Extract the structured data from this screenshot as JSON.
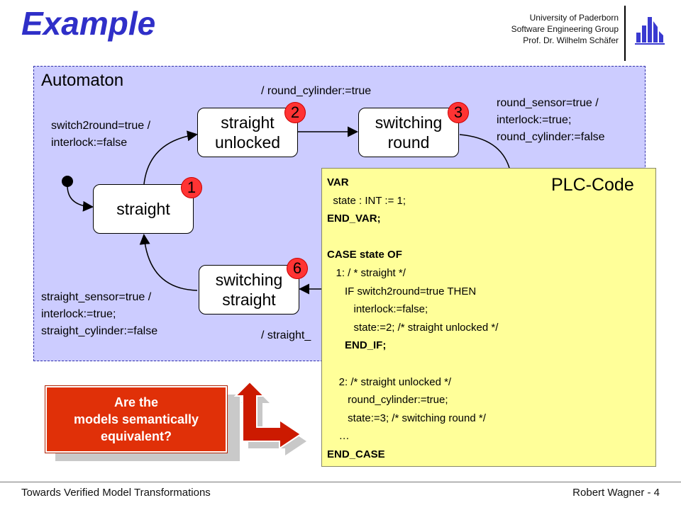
{
  "header": {
    "title": "Example",
    "affiliation": [
      "University of Paderborn",
      "Software Engineering Group",
      "Prof. Dr. Wilhelm Schäfer"
    ]
  },
  "automaton": {
    "title": "Automaton",
    "states": [
      {
        "label": "straight",
        "badge": "1"
      },
      {
        "label": "straight\nunlocked",
        "badge": "2"
      },
      {
        "label": "switching\nround",
        "badge": "3"
      },
      {
        "label": "switching\nstraight",
        "badge": "6"
      }
    ],
    "transitions": {
      "to_straight_unlocked": "switch2round=true /\ninterlock:=false",
      "to_switching_round": "/ round_cylinder:=true",
      "from_switching_round": "round_sensor=true /\ninterlock:=true;\nround_cylinder:=false",
      "to_straight": "straight_sensor=true /\ninterlock:=true;\nstraight_cylinder:=false",
      "to_switching_straight_partial": "/ straight_"
    }
  },
  "plc": {
    "title": "PLC-Code",
    "lines": [
      "VAR",
      "  state : INT := 1;",
      "END_VAR;",
      "",
      "CASE state OF",
      "   1: / * straight */",
      "      IF switch2round=true THEN",
      "         interlock:=false;",
      "         state:=2; /* straight unlocked */",
      "      END_IF;",
      "",
      "    2: /* straight unlocked */",
      "       round_cylinder:=true;",
      "       state:=3; /* switching round */",
      "    …",
      "END_CASE"
    ]
  },
  "question": "Are the\nmodels semantically\nequivalent?",
  "footer": {
    "left": "Towards Verified Model Transformations",
    "right": "Robert Wagner - 4"
  },
  "colors": {
    "title": "#2f2fc8",
    "automaton_bg": "#ccccff",
    "plc_bg": "#ffff99",
    "badge": "#ff3333",
    "question_bg": "#e03008",
    "arrow": "#cc1a00"
  }
}
